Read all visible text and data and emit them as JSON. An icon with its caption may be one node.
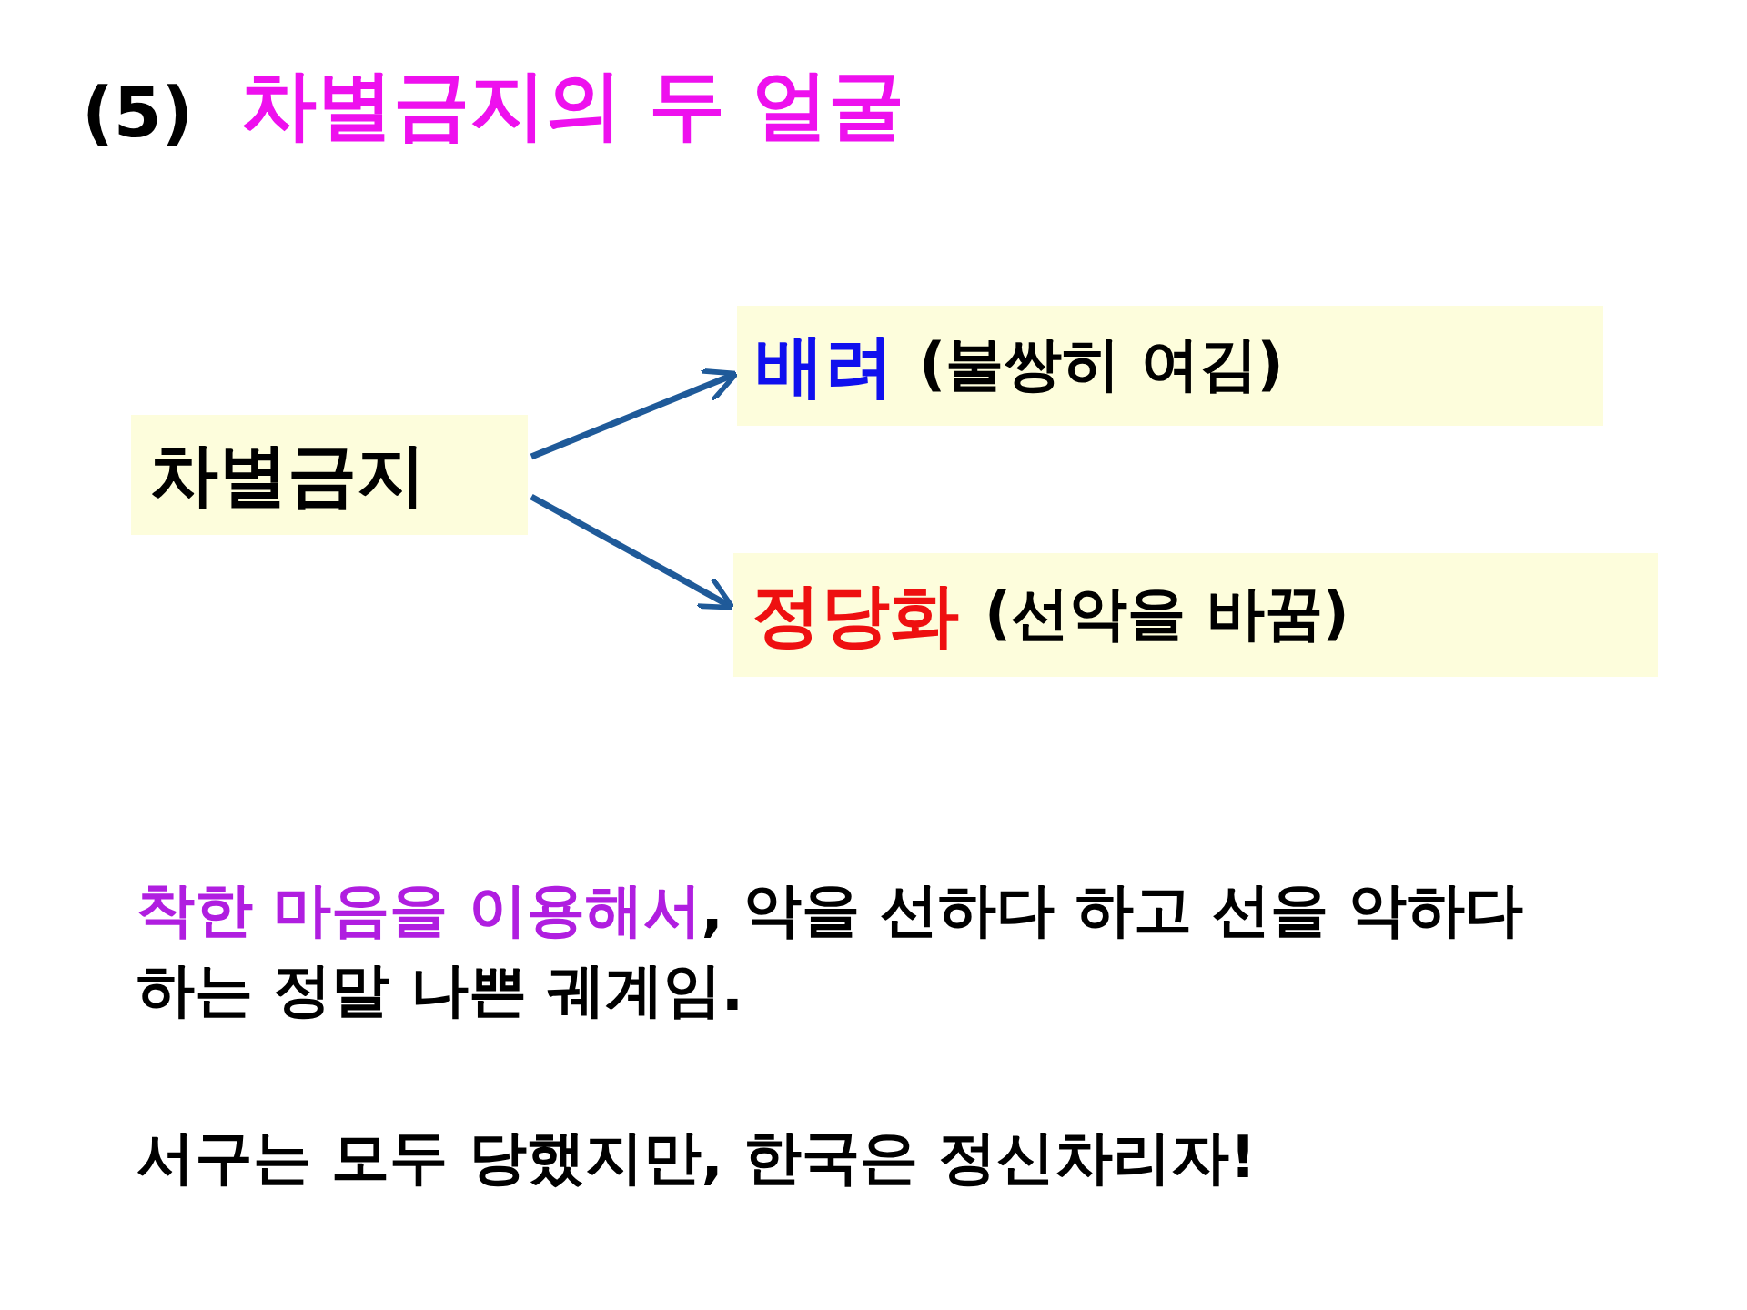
{
  "diagram": {
    "title": "*차별금지의 두 얼굴*",
    "nodes": [
      {
        "text": [
          "차별금지"
        ]
      },
      {
        "text": [
          "배려",
          "(불쌍히 여김)"
        ]
      },
      {
        "text": [
          "정당화",
          "(선악을 바꿈)"
        ]
      }
    ],
    "edges": [
      {
        "from": 0,
        "to": 1,
        "arrow": "to"
      },
      {
        "from": 0,
        "to": 2,
        "arrow": "to"
      }
    ],
    "labels": [
      "(5)",
      "*착한 마음을 이용해서*, 악을 선하다 하고 선을 악하다 하는 정말 나쁜 궤계임.",
      "서구는 모두 당했지만, 한국은 정신차리자!"
    ]
  }
}
